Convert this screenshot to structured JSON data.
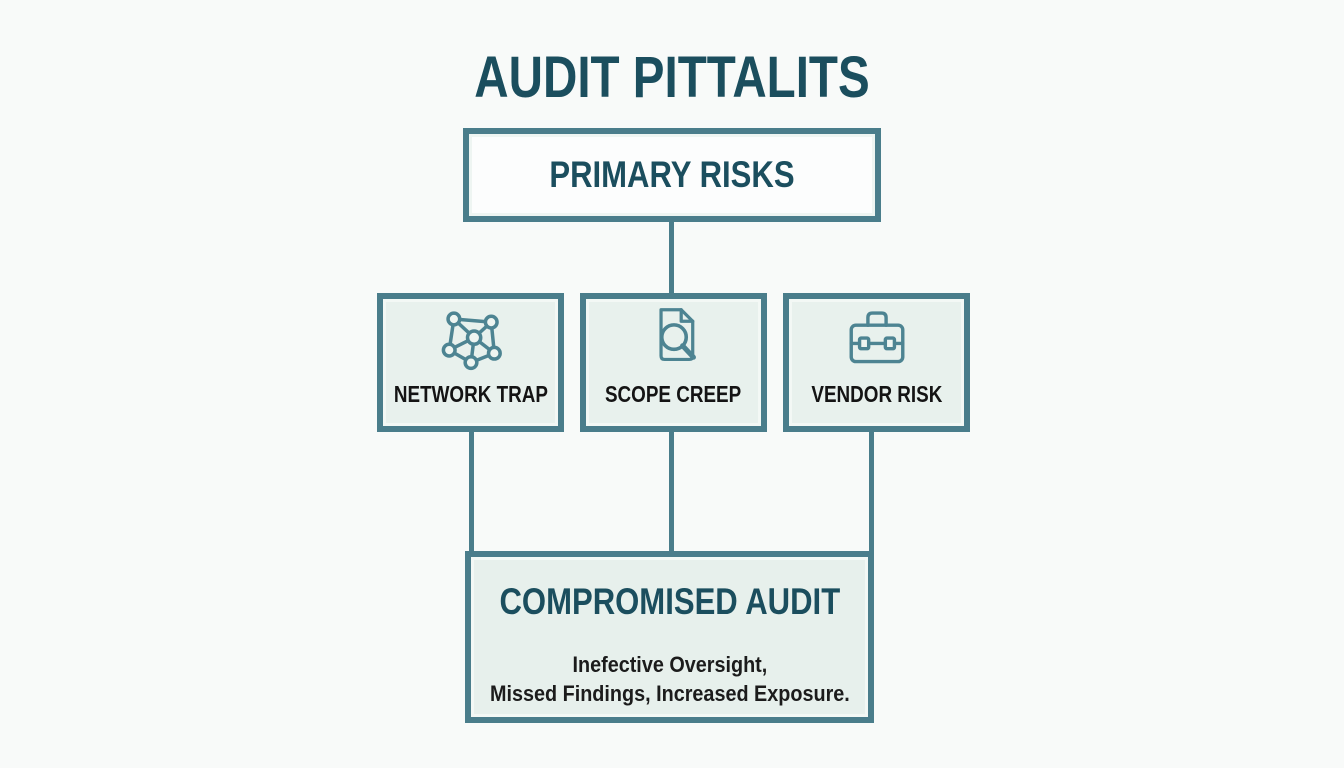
{
  "palette": {
    "page_background": "#f8faf9",
    "teal_border": "#4a7d8b",
    "dark_teal_text": "#1b4e5e",
    "mint_fill": "#e8f1ed",
    "white_fill": "#fcfdfd",
    "black_text": "#141414",
    "icon_stroke": "#4d8492"
  },
  "title": "AUDIT PITTALITS",
  "primary_box": {
    "label": "PRIMARY RISKS"
  },
  "risk_boxes": [
    {
      "label": "NETWORK TRAP",
      "icon": "network-icon"
    },
    {
      "label": "SCOPE CREEP",
      "icon": "document-magnifier-icon"
    },
    {
      "label": "VENDOR RISK",
      "icon": "briefcase-icon"
    }
  ],
  "outcome_box": {
    "title": "COMPROMISED AUDIT",
    "subtitle_line1": "Inefective Oversight,",
    "subtitle_line2": "Missed Findings, Increased Exposure."
  }
}
